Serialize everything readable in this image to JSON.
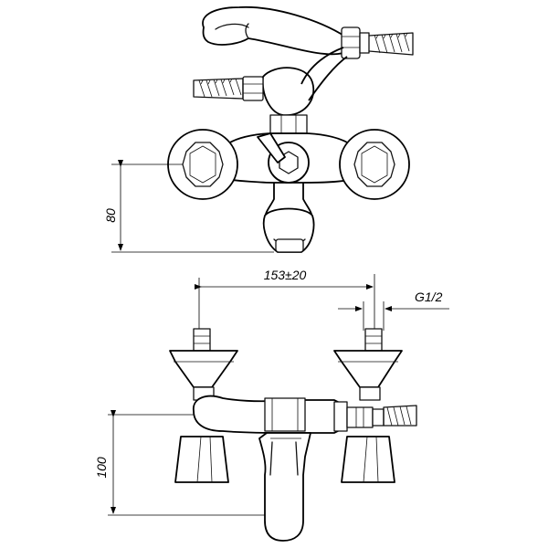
{
  "dimensions": {
    "front_height": "80",
    "bottom_height": "100",
    "axis_distance": "153±20",
    "thread": "G1/2"
  }
}
